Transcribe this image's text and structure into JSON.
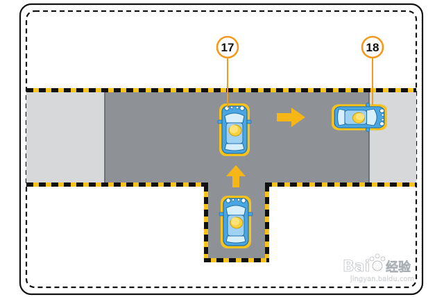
{
  "callouts": [
    {
      "id": "17",
      "label": "17"
    },
    {
      "id": "18",
      "label": "18"
    }
  ],
  "watermark": {
    "brand": "Bai",
    "brand_suffix": "经验",
    "url": "jingyan.baidu.com"
  },
  "colors": {
    "road": "#8e9297",
    "sidewalk": "#d7d8da",
    "hazard_yellow": "#f7c21b",
    "hazard_black": "#111111",
    "arrow": "#f6b615",
    "car_body": "#4aa6e0",
    "car_roof": "#9fd2f2",
    "callout_ring": "#f29a1e"
  }
}
